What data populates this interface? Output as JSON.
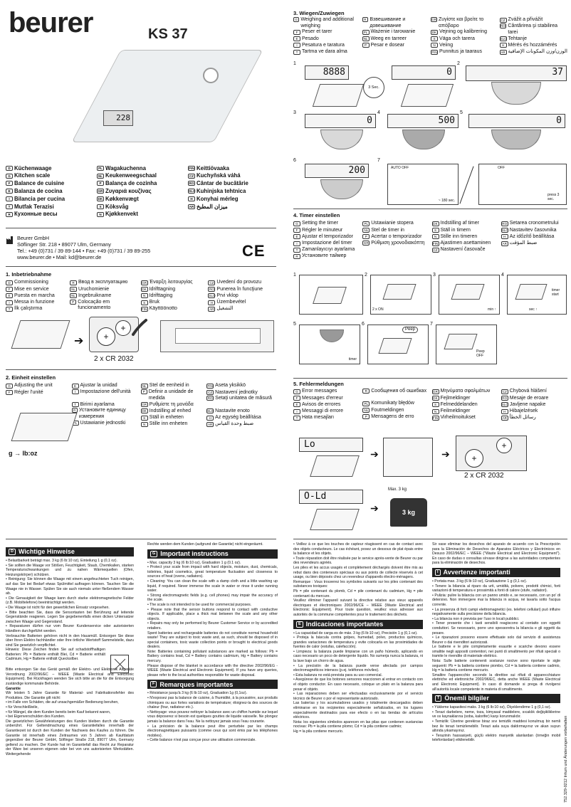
{
  "brand": "beurer",
  "model": "KS 37",
  "product_names": [
    {
      "c": "D",
      "t": "Küchenwaage"
    },
    {
      "c": "G",
      "t": "Kitchen scale"
    },
    {
      "c": "F",
      "t": "Balance de cuisine"
    },
    {
      "c": "E",
      "t": "Balanza de cocina"
    },
    {
      "c": "I",
      "t": "Bilancia per cucina"
    },
    {
      "c": "T",
      "t": "Mutfak Terazisi"
    },
    {
      "c": "R",
      "t": "Кухонные весы"
    },
    {
      "c": "PL",
      "t": "Wagakuchenna"
    },
    {
      "c": "NL",
      "t": "Keukenweegschaal"
    },
    {
      "c": "P",
      "t": "Balança de cozinha"
    },
    {
      "c": "GR",
      "t": "Ζυγαριά κουζίνας"
    },
    {
      "c": "DK",
      "t": "Køkkenvægt"
    },
    {
      "c": "S",
      "t": "Köksvåg"
    },
    {
      "c": "N",
      "t": "Kjøkkenvekt"
    },
    {
      "c": "FIN",
      "t": "Keittiövaaka"
    },
    {
      "c": "CZ",
      "t": "Kuchyňská váhá"
    },
    {
      "c": "RO",
      "t": "Cântar de bucătărie"
    },
    {
      "c": "SLO",
      "t": "Kuhinjska tehtnica"
    },
    {
      "c": "H",
      "t": "Konyhai mérleg"
    },
    {
      "c": "AR",
      "t": "ميزان المطبخ"
    }
  ],
  "address": {
    "l1": "Beurer GmbH",
    "l2": "Söflinger Str. 218  •  89077 Ulm, Germany",
    "l3": "Tel.: +49 (0)731 / 39 89-144  •  Fax: +49 (0)731 / 39 89-255",
    "l4": "www.beurer.de  •  Mail: kd@beurer.de",
    "ce": "CE"
  },
  "s1": {
    "title": "1. Inbetriebnahme",
    "items": [
      {
        "c": "D",
        "t": "Commissioning"
      },
      {
        "c": "F",
        "t": "Mise en service"
      },
      {
        "c": "E",
        "t": "Puesta en marcha"
      },
      {
        "c": "I",
        "t": "Messa in funzione"
      },
      {
        "c": "T",
        "t": "İlk çalıştırma"
      },
      {
        "c": "R",
        "t": "Ввод в эксплуатацию"
      },
      {
        "c": "NL",
        "t": "Uruchomienie"
      },
      {
        "c": "NL",
        "t": "Ingebruikname"
      },
      {
        "c": "P",
        "t": "Colocação em funcionamento"
      },
      {
        "c": "",
        "t": ""
      },
      {
        "c": "GR",
        "t": "Έναρξη λειτουργίας"
      },
      {
        "c": "DK",
        "t": "Idrifttagning"
      },
      {
        "c": "N",
        "t": "Idrifttaging"
      },
      {
        "c": "S",
        "t": "Bruk"
      },
      {
        "c": "FIN",
        "t": "Käyttöönotto"
      },
      {
        "c": "CZ",
        "t": "Uvedení do provozu"
      },
      {
        "c": "RO",
        "t": "Punerea în funcţiune"
      },
      {
        "c": "SLO",
        "t": "Prvi vklop"
      },
      {
        "c": "H",
        "t": "Üzembevétel"
      },
      {
        "c": "AR",
        "t": "التشغيل"
      }
    ],
    "battery": "2 x CR 2032"
  },
  "s2": {
    "title": "2. Einheit einstellen",
    "items": [
      {
        "c": "G",
        "t": "Adjusting the unit"
      },
      {
        "c": "F",
        "t": "Régler l'unité"
      },
      {
        "c": "",
        "t": ""
      },
      {
        "c": "",
        "t": ""
      },
      {
        "c": "",
        "t": ""
      },
      {
        "c": "E",
        "t": "Ajustar la unidad"
      },
      {
        "c": "I",
        "t": "Impostazione dell'unità"
      },
      {
        "c": "T",
        "t": "Birimi ayarlama"
      },
      {
        "c": "R",
        "t": "Установите единицу измерения"
      },
      {
        "c": "PL",
        "t": "Ustawianie jednostki"
      },
      {
        "c": "NL",
        "t": "Stel de eenheid in"
      },
      {
        "c": "P",
        "t": "Definir a unidade de medida"
      },
      {
        "c": "GR",
        "t": "Ρυθμίστε τη μονάδα"
      },
      {
        "c": "DK",
        "t": "Indstilling af enhed"
      },
      {
        "c": "S",
        "t": "Ställ in enheten"
      },
      {
        "c": "N",
        "t": "Stille inn enheten"
      },
      {
        "c": "FIN",
        "t": "Aseta yksikkö"
      },
      {
        "c": "CZ",
        "t": "Nastavení jednotky"
      },
      {
        "c": "RO",
        "t": "Setaţi unitatea de măsură"
      },
      {
        "c": "SLO",
        "t": "Nastavite enoto"
      },
      {
        "c": "H",
        "t": "Az egység beállítása"
      },
      {
        "c": "AR",
        "t": "ضبط وحدة القياس"
      }
    ],
    "unit": "g → lb:oz"
  },
  "s3": {
    "title": "3. Wiegen/Zuwiegen",
    "items": [
      {
        "c": "G",
        "t": "Weighing and additional weighing"
      },
      {
        "c": "F",
        "t": "Peser et tarer"
      },
      {
        "c": "E",
        "t": "Pesado"
      },
      {
        "c": "I",
        "t": "Pesatura e taratura"
      },
      {
        "c": "T",
        "t": "Tartma ve dara alma"
      },
      {
        "c": "R",
        "t": "Взвешивание и довешивание"
      },
      {
        "c": "PL",
        "t": "Ważenie i tarowanie"
      },
      {
        "c": "NL",
        "t": "Weeg en tarreer"
      },
      {
        "c": "P",
        "t": "Pesar e dosear"
      },
      {
        "c": "GR",
        "t": "Ζυγίστε και βρείτε το απόβαρο"
      },
      {
        "c": "DK",
        "t": "Vejning og kalibrering"
      },
      {
        "c": "S",
        "t": "Väga och tarera"
      },
      {
        "c": "N",
        "t": "Veiing"
      },
      {
        "c": "FIN",
        "t": "Punnitus ja taaraus"
      },
      {
        "c": "CZ",
        "t": "Zvážit a přivážit"
      },
      {
        "c": "RO",
        "t": "Cântărirea şi stabilirea tarei"
      },
      {
        "c": "SLO",
        "t": "Tehtanje"
      },
      {
        "c": "H",
        "t": "Mérés és hozzámérés"
      },
      {
        "c": "AR",
        "t": "الوزن/وزن المكونات الإضافية"
      }
    ],
    "d1": "8888",
    "d1b": "0",
    "sec": "3 Sec.",
    "d2": "37",
    "d3": "0",
    "d4": "500",
    "d5": "0",
    "d6": "200",
    "autooff": "AUTO OFF",
    "sec180": "~ 180 sec.",
    "off": "OFF",
    "press": "press 3 sec."
  },
  "s4": {
    "title": "4. Timer einstellen",
    "items": [
      {
        "c": "G",
        "t": "Setting the timer"
      },
      {
        "c": "F",
        "t": "Régler le minuteur"
      },
      {
        "c": "E",
        "t": "Ajustar el temporizador"
      },
      {
        "c": "I",
        "t": "Impostazione del timer"
      },
      {
        "c": "T",
        "t": "Zamanlayıcıyı ayarlama"
      },
      {
        "c": "R",
        "t": "Установите таймер"
      },
      {
        "c": "PL",
        "t": "Ustawianie stopera"
      },
      {
        "c": "NL",
        "t": "Stel de timer in"
      },
      {
        "c": "P",
        "t": "Acertar o temporizador"
      },
      {
        "c": "GR",
        "t": "Ρύθμιση χρονοδιακόπτη"
      },
      {
        "c": "DK",
        "t": "Indstilling af timer"
      },
      {
        "c": "S",
        "t": "Ställ in timern"
      },
      {
        "c": "N",
        "t": "Stille inn timeren"
      },
      {
        "c": "FIN",
        "t": "Ajastimen asettaminen"
      },
      {
        "c": "CZ",
        "t": "Nastavení časovače"
      },
      {
        "c": "RO",
        "t": "Setarea cronometrului"
      },
      {
        "c": "SLO",
        "t": "Nastavitev časovnika"
      },
      {
        "c": "H",
        "t": "Az időzítő beállítása"
      },
      {
        "c": "AR",
        "t": "ضبط المؤقت"
      }
    ],
    "on": "2 x ON",
    "min": "min",
    "sec": "sec",
    "start": "timer start",
    "peep": "Peep",
    "timer": "timer",
    "peepoff": "Peep OFF"
  },
  "s5": {
    "title": "5. Fehlermeldungen",
    "items": [
      {
        "c": "G",
        "t": "Error messages"
      },
      {
        "c": "F",
        "t": "Messages d'erreur"
      },
      {
        "c": "E",
        "t": "Avisos de errores"
      },
      {
        "c": "I",
        "t": "Messaggi di errore"
      },
      {
        "c": "T",
        "t": "Hata mesajları"
      },
      {
        "c": "R",
        "t": "Сообщения об ошибках"
      },
      {
        "c": "PL",
        "t": "Komunikaty błędów"
      },
      {
        "c": "NL",
        "t": "Foutmeldingen"
      },
      {
        "c": "P",
        "t": "Mensagens de erro"
      },
      {
        "c": "GR",
        "t": "Μηνύματα σφαλμάτων"
      },
      {
        "c": "DK",
        "t": "Fejlmeldinger"
      },
      {
        "c": "S",
        "t": "Felmeddelanden"
      },
      {
        "c": "N",
        "t": "Feilmeldinger"
      },
      {
        "c": "FIN",
        "t": "Virheilmoitukset"
      },
      {
        "c": "CZ",
        "t": "Chybová hlášení"
      },
      {
        "c": "RO",
        "t": "Mesaje de eroare"
      },
      {
        "c": "SLO",
        "t": "Javljene napake"
      },
      {
        "c": "H",
        "t": "Hibajelzések"
      },
      {
        "c": "AR",
        "t": "رسائل الخطأ"
      }
    ],
    "lo": "Lo",
    "battery": "2 x CR 2032",
    "old": "O-Ld",
    "max": "Max. 3 kg",
    "weight": "3 kg"
  },
  "docs": [
    {
      "c": "D",
      "h": "Wichtige Hinweise",
      "p": [
        "• Belastbarkeit beträgt max. 3 kg (6 lb:10 oz), Einteilung 1 g (0,1 oz).",
        "• Sie sollten die Waage vor Stößen, Feuchtigkeit, Staub, Chemikalien, starken Temperaturschwankungen und zu nahen Wärmequellen (Ofen, Heizungskörper) schützen.",
        "• Reinigung: Sie können die Waage mit einem angefeuchteten Tuch reinigen, auf das Sie bei Bedarf etwas Spülmittel auftragen können. Tauchen Sie die Waage nie in Wasser. Spülen Sie sie auch niemals unter fließendem Wasser ab.",
        "• Die Genauigkeit der Waage kann durch starke elektromagnetische Felder (z.B. Mobiltelefone) beeinträchtigt werden.",
        "• Die Waage ist nicht für den gewerblichen Einsatz vorgesehen.",
        "• Bitte beachten Sie, dass die Sensortasten bei Berührung auf leitende Gegenstände reagieren. Legen Sie gegebenenfalls einen dicken Untersatzer zwischen Waage und Gegenstand.",
        "• Reparaturen dürfen nur vom Beurer Kundenservice oder autorisierten Händlern durchgeführt werden.",
        "Verbrauchte Batterien gehören nicht in den Hausmüll. Entsorgen Sie diese über Ihren Elektro fachhändler oder Ihre örtliche Wertstoff Sammelstelle, dazu sind Sie gesetzlich verpflichtet.",
        "Hinweis: Diese Zeichen finden Sie auf schadstoffhaltigen Batterien: Pb = Batterie enthält Blei, Cd = Batterie enthält Cadmium, Hg = Batterie enthält Quecksilber.",
        "Bitte entsorgen Sie das Gerät gemäß der Elektro- und Elektronik Altgeräte Verordnung 2002/96/EC – WEEE (Waste Electrical and Electronic Equipment). Bei Rückfragen wenden Sie sich bitte an die für die Entsorgung zuständige kommunale Behörde.",
        "Garantie",
        "Wir leisten 5 Jahre Garantie für Material- und Fabrikationsfehler des Produktes. Die Garantie gilt nicht:",
        "• im Falle von Schäden, die auf unsachgemäßer Bedienung beruhen,",
        "• für Verschleißteile,",
        "• für Mängel, die dem Kunden bereits beim Kauf bekannt waren,",
        "• bei Eigenverschulden des Kunden.",
        "Die gesetzlichen Gewährleistungen des Kunden bleiben durch die Garantie unberührt. Für Geltendmachung eines Garantiefalles innerhalb der Garantiezeit ist durch den Kunden der Nachweis des Kaufes zu führen. Die Garantie ist innerhalb eines Zeitraumes von 5 Jahren ab Kaufdatum gegenüber der Beurer GmbH, Söflinger Straße 218, 89077 Ulm, Germany geltend zu machen. Der Kunde hat im Garantiefall das Recht zur Reparatur der Ware bei unseren eigenen oder bei von uns autorisierten Werkstätten. Weitergehende"
      ]
    },
    {
      "c": "",
      "h": "",
      "p": [
        "Rechte werden dem Kunden (aufgrund der Garantie) nicht eingeräumt."
      ]
    },
    {
      "c": "G",
      "h": "Important instructions",
      "p": [
        "• Max. capacity 3 kg (6 lb:10 oz), Graduation 1 g (0.1 oz).",
        "• Protect your scale from impact with hard objects, moisture, dust, chemicals, toiletries, liquid cosmetics, great temperature fluctuation and closeness to sources of heat (ovens, radiators).",
        "• Cleaning: You can clean the scale with a damp cloth and a little washing up liquid, if required. Never immerse the scale in water or rinse it under running water.",
        "• Strong electromagnetic fields (e.g. cell phones) may impair the accuracy of the scale.",
        "• The scale is not intended to be used for commercial purposes.",
        "• Please note that the sensor buttons respond to contact with conductive objects. If applicable, place a thick mat between the scale and any other objects.",
        "• Repairs may only be performed by Beurer Customer Service or by accredited retailers.",
        "Spent batteries and rechargeable batteries do not constitute normal household waste! They are subject to toxic waste and, as such, should be disposed of in special containers, toxic waste collection points or brought to electrical goods dealers.",
        "Note: Batteries containing pollutant substances are marked as follows: Pb = Battery contains lead, Cd = Battery contains cadmium, Hg = Battery contains mercury.",
        "Please dispose of the blanket in accordance with the directive 2002/96/EG - WEEE (Waste Electrical and Electronic Equipment). If you have any queries, please refer to the local authorities responsible for waste disposal."
      ]
    },
    {
      "c": "F",
      "h": "Remarques importantes",
      "p": [
        "• Résistance jusqu'à 3 kg (6 lb:10 oz), Graduation 1g (0,1oz).",
        "• N'exposez pas la balance de cuisine, à l'humidité, à la poussière, aux produits chimiques ou aux fortes variations de température; éloignez-la des sources de chaleur (four, radiateur etc.).",
        "• Nettoyage: vous pouvez nettoyer la balance avec un chiffon humide sur lequel vous déposerez si besoin est quelques gouttes de liquide vaisselle. Ne plongez jamais la balance dans l'eau. Ne la nettoyez jamais sous l'eau courante.",
        "• La précision de la balance peut être perturbée par les champs électromagnétiques puissants (comme ceux qui sont émis par les téléphones mobiles).",
        "• Cette balance n'est pas conçue pour une utilisation commerciale."
      ]
    },
    {
      "c": "",
      "h": "",
      "p": [
        "• Veillez à ce que les touches de capteur réagissent en cas de contact avec des objets conducteurs. Le cas échéant, posez un dessous de plat épais entre la balance et les objets.",
        "• Toute réparation doit être réalisée par le service après-vente de Beurer ou par des revendeurs agréés.",
        "Les piles et les accus usagés et complètement déchargés doivent être mis au rebut dans des conteneurs spéciaux ou aux points de collecte réservés à cet usage, ou bien déposés chez un revendeur d'appareils électro-ménagers.",
        "Remarque : Vous trouverez les symboles suivants sur les piles contenant des substances toxiques:",
        "Pb = pile contenant du plomb, Cd = pile contenant du cadmium, Hg = pile contenant du mercure.",
        "Veuillez éliminer l'appareil suivant la directive relative aux vieux appareils électriques et électroniques 2002/96/CE – WEEE (Waste Electrical and Electronic Equipment). Pour toute question, veuillez vous adresser aux autorités de la commune compétentes pour le traitement des déchets."
      ]
    },
    {
      "c": "E",
      "h": "Indicaciones importantes",
      "p": [
        "• La capacidad de carga es de máx. 3 kg (6 lb:10 oz), Precisión 1 g (0,1 oz).",
        "• Proteja la báscula contra golpes, humedad, polvo, productos químicos, grandes variaciones de temperatura y evite colocarla en las proximidades de fuentes de calor (estufas, calefacción).",
        "• Limpieza: la balanza puede limpiarse con un paño húmedo, aplicando en caso necesario un poco de detergente líquido. No sumerja nunca la balanza, ni la lave bajo un chorro de agua.",
        "• La precisión de la balanza puede verse afectada por campos electromagnéticos intensos (p.ej. teléfonos móviles).",
        "• Esta balanza no está prevista para su uso comercial.",
        "• Asegúrese de que los botones sensores reaccionen al entrar en contacto con el objeto conductor. En caso necesario, coloque un plato en la balanza para pesar el objeto.",
        "• Las reparaciones deben ser efectuadas exclusivamente por el servicio técnico de Beurer o por el representante autorizado.",
        "Las baterías y los acumuladores usados y totalmente descargados deben eliminarse en los recipientes especialmente señalizados, en los lugares especialmente destinados para ese efecto o en las tiendas de artículos eléctricos.",
        "Nota: los siguientes símbolos aparecen en las pilas que contienen sustancias nocivas: Pb = la pila contiene plomo; Cd = la pila contiene cadmio;",
        "Hg = la pila contiene mercurio."
      ]
    },
    {
      "c": "",
      "h": "",
      "p": [
        "Sir vase eliminar los desechos del aparato de acuerdo con la Prescripción para la Eliminación de Desechos de Aparatos Eléctricos y Electrónicos en Desuso 2002/96/EC – WEEE (\"Waste Electrical and Electronic Equipment\"). En caso de dudas o consultas sírvase dirigirse a las autoridades competentes para la eliminación de desechos."
      ]
    },
    {
      "c": "I",
      "h": "Avvertenze importanti",
      "p": [
        "• Portata max. 3 kg (6 lb:10 oz), Graduazione 1 g (0,1 oz).",
        "• Tenere la bilancia al riparo da urti, umidità, polvere, prodotti chimici, forti variazioni di temperatura e prossimità a fonti di calore (stufe, radiatori).",
        "• Pulizia: pulire la bilancia con un panno umido e, se necessario, con un po' di detersivo. Non immergere mai la bilancia in acqua, né lavarla sotto l'acqua corrente.",
        "• La presenza di forti campi elettromagnetici (es. telefoni cellulari) può influire negativamente sulla precisione della bilancia.",
        "• La bilancia non è prevista per l'uso in locali pubblici.",
        "• Tener presente che i tasti sensibili reagiscono al contatto con oggetti conduttori. Se necessario, porre uno spessoretra la bilancia e gli oggetti da pesare.",
        "• Le riparazioni possono essere effettuate solo dal servizio di assistenza Beurer o dai rivenditori autorizzati.",
        "Le batterie e le pile completamente esaurite e scariche devono essere smaltite negli appositi contenitori, nei punti di smaltimento per rifiuti speciali o tramite le rivendite di materiale elettrico.",
        "Nota: Sulle batterie contenenti sostanze nocive sono riportate le sigle seguenti: Pb = la batteria contiene piombo, Cd = la batteria contiene cadmio, Hg = la batteria contiene mercurio.",
        "Smaltire l'apparecchio secondo la direttive sui rifiuti di apparecchiature elettriche ed elettroniche 2002/96/EC, detta anche WEEE (Waste Electrical and Electronic Equipment). In caso di domande si prega di rivolgersi all'autorità locale competente in materia di smaltimento."
      ]
    },
    {
      "c": "T",
      "h": "Önemli bilgiler",
      "p": [
        "• Yükleme kapasitesi maks. 3 kg (6 lb:10 oz), Ölçeklendirme 1 g (0,1 oz).",
        "• Terazi darbelere, neme, toza, kimyasal maddelere, sıcaklık değişikliklerine ve ısı kaynaklarına (soba, kalorifer) karşı korunmalıdır.",
        "• Temizlik: Üzerine gerekirse biraz sıvı temizlik maddesi konulmuş bir nemli bez ile terazi temizlenebilir. Terazi asla suya daldırmayınız ve akan suyun altında yıkamayınız.",
        "• Terazinin hassasiyeti, güçlü elektro manyetik alanlardan (örneğin mobil telefonlardan) etkilenebilir."
      ]
    }
  ],
  "sidecode": "752.329-0212 Irrtum und Änderungen vorbehalten"
}
